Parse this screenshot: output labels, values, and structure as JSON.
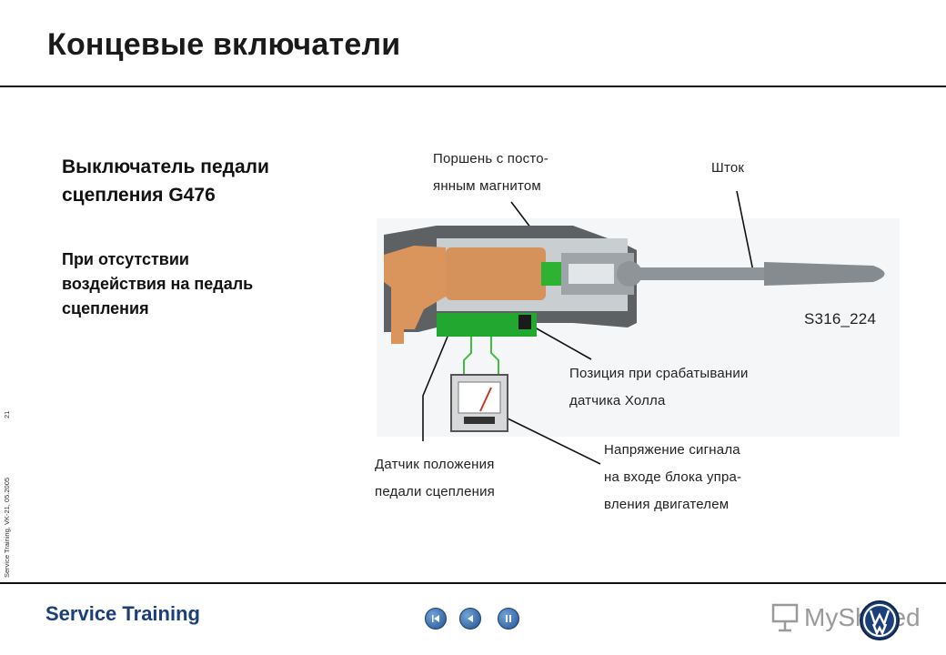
{
  "title": "Концевые включатели",
  "side": {
    "meta": "Service Training, VK-21, 05.2005",
    "page": "21"
  },
  "heading": "Выключатель педали\nсцепления  G476",
  "subtext": "При отсутствии\nвоздействия на педаль\nсцепления",
  "diagram": {
    "labels": {
      "piston": "Поршень с посто-\nянным магнитом",
      "rod": "Шток",
      "code": "S316_224",
      "hall_position": "Позиция при срабатывании\nдатчика Холла",
      "sensor": "Датчик положения\nпедали сцепления",
      "voltage": "Напряжение сигнала\nна входе блока упра-\nвления двигателем"
    },
    "colors": {
      "housing": "#5a5a5a",
      "piston": "#d5925a",
      "magnet": "#2eb232",
      "sensor": "#22a830",
      "wire": "#3fbf3f"
    }
  },
  "footer": {
    "brand": "Service Training",
    "watermark": "MyShared"
  },
  "nav": {
    "icons": [
      "rewind-icon",
      "back-icon",
      "pause-icon"
    ]
  }
}
